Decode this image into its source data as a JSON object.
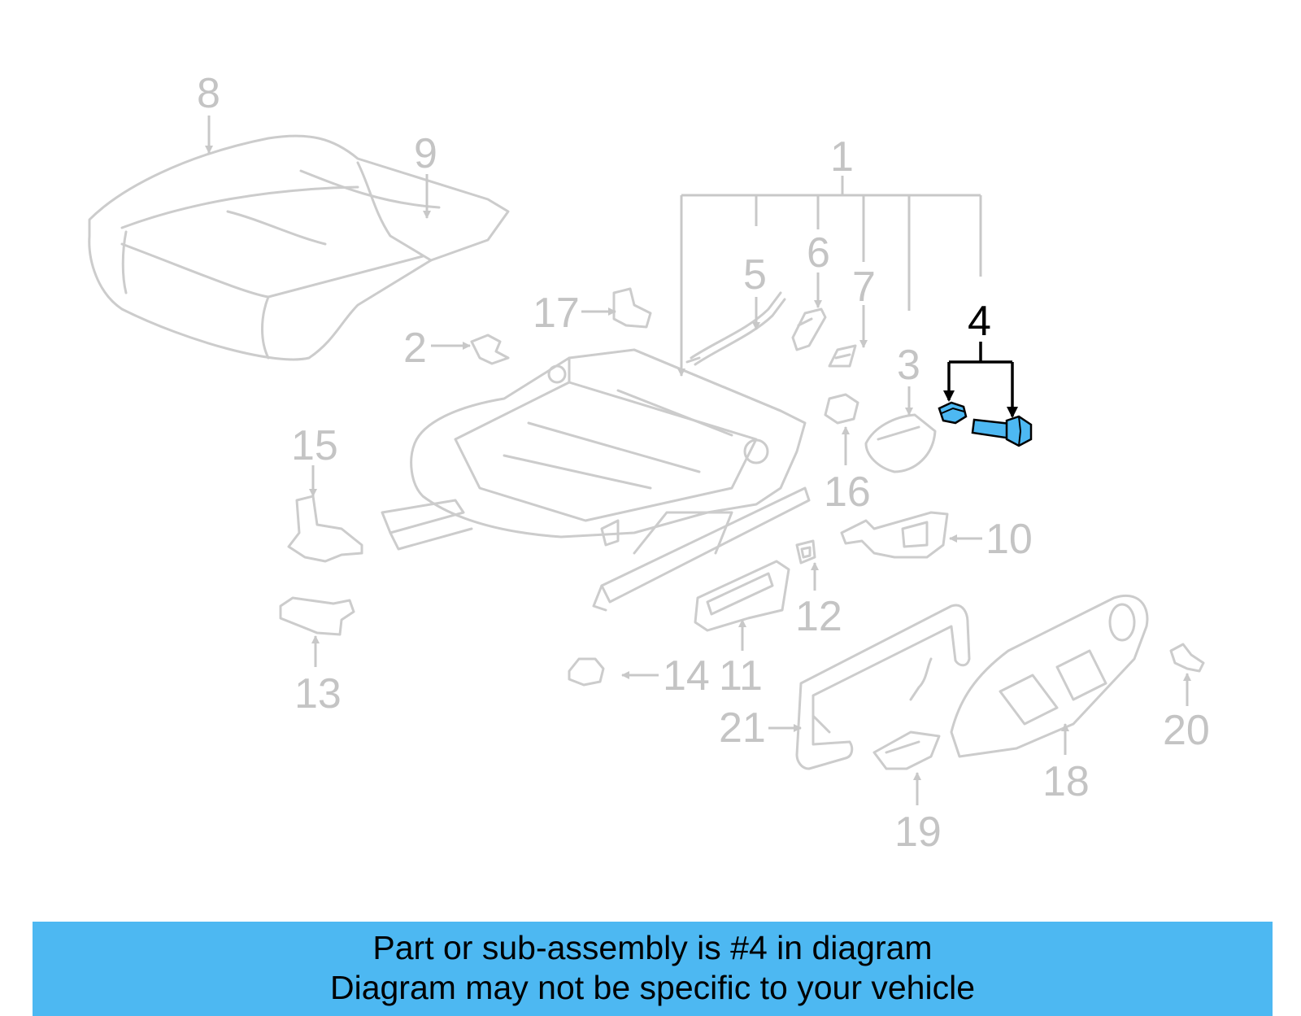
{
  "callouts": {
    "c1": "1",
    "c2": "2",
    "c3": "3",
    "c4": "4",
    "c5": "5",
    "c6": "6",
    "c7": "7",
    "c8": "8",
    "c9": "9",
    "c10": "10",
    "c11": "11",
    "c12": "12",
    "c13": "13",
    "c14": "14",
    "c15": "15",
    "c16": "16",
    "c17": "17",
    "c18": "18",
    "c19": "19",
    "c20": "20",
    "c21": "21"
  },
  "highlighted_part": "4",
  "colors": {
    "banner": "#4db8f2",
    "highlight_part": "#4db8f2",
    "line_art": "#cccccc",
    "callout_text": "#c4c4c4"
  },
  "banner": {
    "line1": "Part or sub-assembly is #4 in diagram",
    "line2": "Diagram may not be specific to your vehicle"
  }
}
